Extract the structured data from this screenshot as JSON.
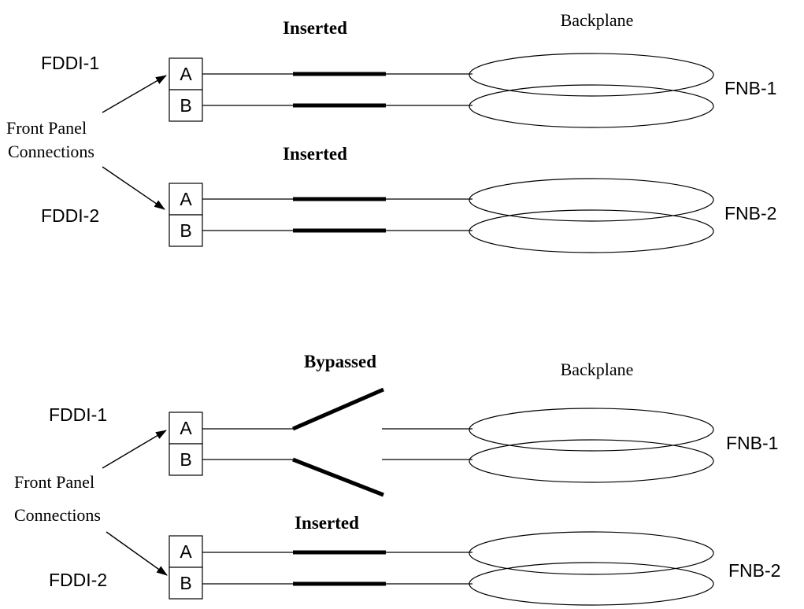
{
  "top": {
    "backplane_label": "Backplane",
    "fddi1": {
      "label": "FDDI-1",
      "port_a": "A",
      "port_b": "B",
      "state": "Inserted",
      "fnb": "FNB-1"
    },
    "fddi2": {
      "label": "FDDI-2",
      "port_a": "A",
      "port_b": "B",
      "state": "Inserted",
      "fnb": "FNB-2"
    },
    "front_panel_line1": "Front Panel",
    "front_panel_line2": "Connections"
  },
  "bottom": {
    "backplane_label": "Backplane",
    "fddi1": {
      "label": "FDDI-1",
      "port_a": "A",
      "port_b": "B",
      "state": "Bypassed",
      "fnb": "FNB-1"
    },
    "fddi2": {
      "label": "FDDI-2",
      "port_a": "A",
      "port_b": "B",
      "state": "Inserted",
      "fnb": "FNB-2"
    },
    "front_panel_line1": "Front Panel",
    "front_panel_line2": "Connections"
  }
}
